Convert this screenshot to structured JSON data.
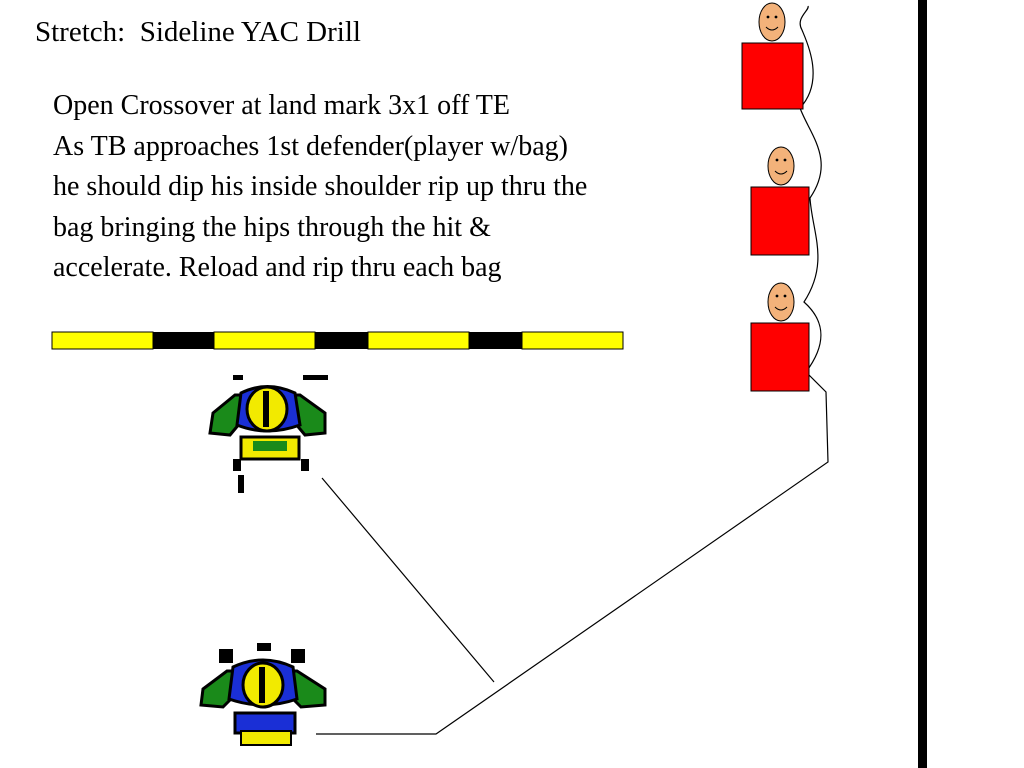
{
  "slide": {
    "title": "Stretch:  Sideline YAC Drill",
    "lines": [
      "Open Crossover at land mark 3x1 off TE",
      "As TB approaches 1st defender(player w/bag)",
      "he should dip his inside shoulder rip up thru the",
      "bag bringing the hips through the hit &",
      "accelerate.  Reload and rip thru each bag"
    ]
  },
  "colors": {
    "bag_red": "#ff0000",
    "face": "#f3b27a",
    "stripe_yellow": "#ffff00",
    "stripe_black": "#000000",
    "helmet_green": "#1a8a1a",
    "helmet_blue": "#1a2fd6",
    "helmet_yellow": "#f2ea00"
  },
  "icons": [
    "defender-with-bag-icon",
    "helmet-player-icon",
    "yard-marker-stripe"
  ]
}
